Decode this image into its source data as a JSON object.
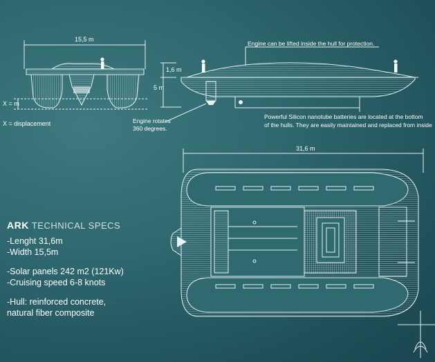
{
  "side_view": {
    "width_label": "15,5 m",
    "x_label": "X = m",
    "displacement_label": "X = displacement"
  },
  "profile_view": {
    "engine_lift_note": "Engine can be lifted inside the hull for protection.",
    "height_label_1": "1,6 m",
    "height_label_2": "5 m",
    "engine_rotates_line1": "Engine rotates",
    "engine_rotates_line2": "360 degrees.",
    "battery_note_line1": "Powerful Silicon nanotube batteries are located at the bottom",
    "battery_note_line2": "of the hulls. They are easily maintained and replaced from inside"
  },
  "top_view": {
    "length_label": "31,6 m"
  },
  "specs": {
    "brand": "ARK",
    "heading": "TECHNICAL SPECS",
    "length": "-Lenght 31,6m",
    "width": "-Width 15,5m",
    "solar": "-Solar panels 242 m2 (121Kw)",
    "speed": "-Cruising speed 6-8 knots",
    "hull_line1": "-Hull: reinforced concrete,",
    "hull_line2": "natural fiber composite"
  },
  "colors": {
    "background": "#2e676e",
    "line": "#e8f2f2"
  }
}
